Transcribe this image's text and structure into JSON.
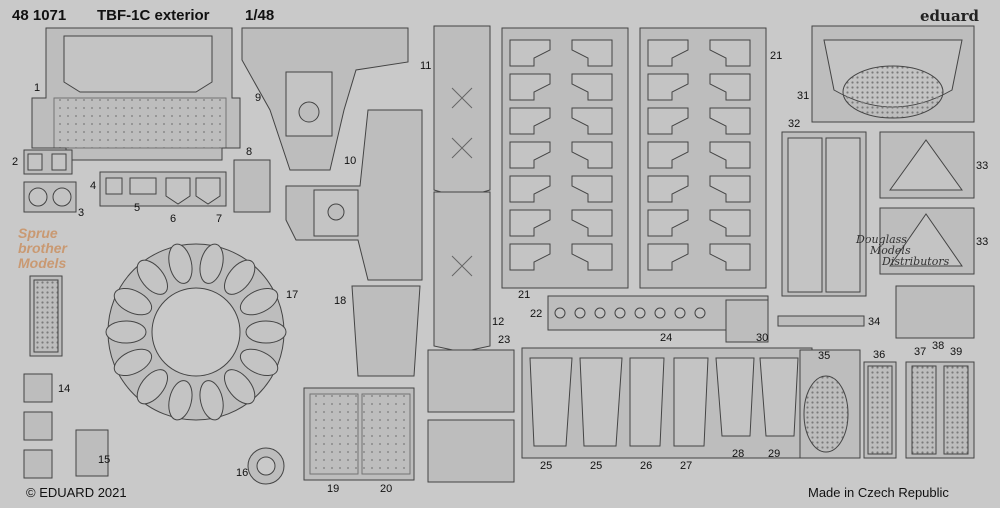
{
  "header": {
    "code": "48 1071",
    "title": "TBF-1C exterior",
    "scale": "1/48"
  },
  "brand": "eduard",
  "footer": {
    "copyright": "© EDUARD 2021",
    "origin": "Made in Czech Republic"
  },
  "watermarks": {
    "distributor_line1": "Douglass",
    "distributor_line2": "Models",
    "distributor_line3": "Distributors",
    "sprue_line1": "Sprue",
    "sprue_line2": "brother",
    "sprue_line3": "Models"
  },
  "part_numbers": {
    "p1": "1",
    "p2": "2",
    "p3": "3",
    "p4": "4",
    "p5": "5",
    "p6": "6",
    "p7": "7",
    "p8": "8",
    "p9": "9",
    "p10": "10",
    "p11": "11",
    "p12": "12",
    "p14": "14",
    "p15": "15",
    "p16": "16",
    "p17": "17",
    "p18": "18",
    "p19": "19",
    "p20": "20",
    "p21a": "21",
    "p21b": "21",
    "p22": "22",
    "p23": "23",
    "p24": "24",
    "p25a": "25",
    "p25b": "25",
    "p26": "26",
    "p27": "27",
    "p28": "28",
    "p29": "29",
    "p30": "30",
    "p31": "31",
    "p32": "32",
    "p33a": "33",
    "p33b": "33",
    "p34": "34",
    "p35": "35",
    "p36": "36",
    "p37": "37",
    "p38": "38",
    "p39": "39"
  },
  "colors": {
    "fret_background": "#c9c9c9",
    "part_fill": "#bdbdbd",
    "part_outline": "#444444",
    "text": "#111111"
  }
}
